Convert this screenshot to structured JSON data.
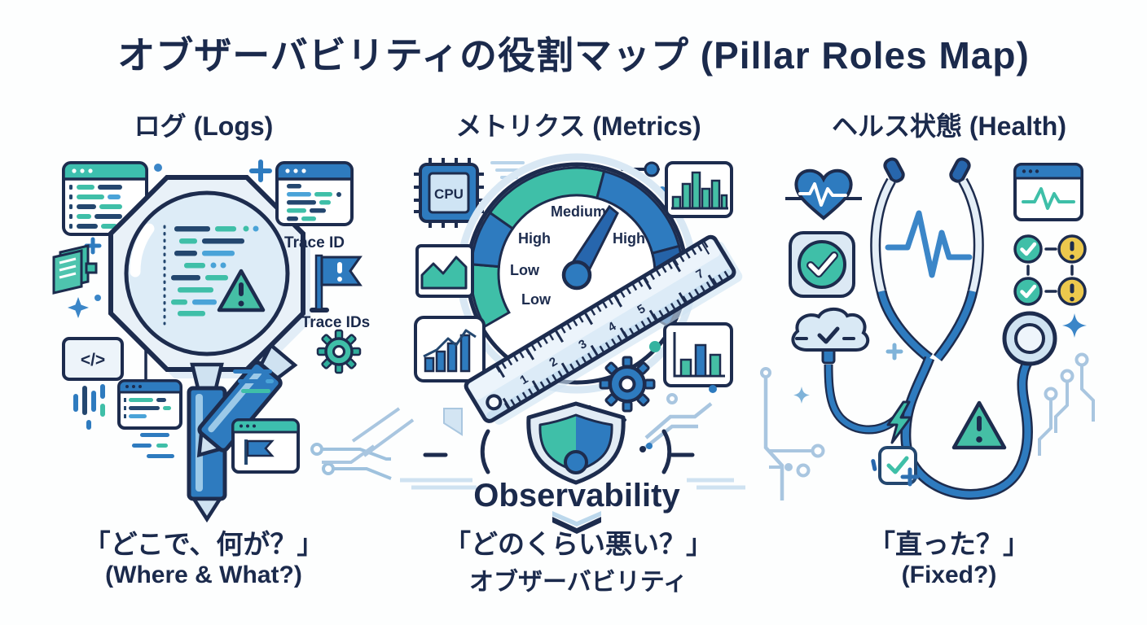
{
  "title": "オブザーバビリティの役割マップ (Pillar Roles Map)",
  "logs": {
    "header": "ログ (Logs)",
    "trace_id": "Trace ID",
    "trace_ids": "Trace IDs",
    "code_glyph": "</>",
    "caption1": "「どこで、何が？」",
    "caption2": "(Where & What?)",
    "icons": [
      "log-window",
      "trace-window",
      "magnifier",
      "warning-triangle",
      "alert-flag",
      "gear",
      "log-book",
      "code-window",
      "small-log-window",
      "flag-window",
      "circuit-trace",
      "sparkle",
      "plus-sign",
      "dot"
    ]
  },
  "metrics": {
    "header": "メトリクス (Metrics)",
    "cpu_label": "CPU",
    "gauge": {
      "medium": "Medium",
      "high_left": "High",
      "high_right": "High",
      "low_upper": "Low",
      "low_lower": "Low"
    },
    "ruler": {
      "n1": "1",
      "n2": "2",
      "n3": "3",
      "n4": "4",
      "n5": "5",
      "n7": "7"
    },
    "caption1": "「どのくらい悪い？」",
    "caption2": "オブザーバビリティ",
    "icons": [
      "cpu-chip",
      "gauge",
      "gauge-needle",
      "ruler",
      "gear",
      "bar-chart",
      "bar-chart-axis",
      "area-chart",
      "combo-chart",
      "slider",
      "dot"
    ]
  },
  "health": {
    "header": "ヘルス状態 (Health)",
    "caption1": "「直った？」",
    "caption2": "(Fixed?)",
    "icons": [
      "heart-pulse",
      "check-badge",
      "cloud-check",
      "stethoscope",
      "ecg-window",
      "status-check-circle",
      "status-alert-circle",
      "lightning-bolt",
      "warning-triangle",
      "checkbox-plus",
      "circuit-trace",
      "sparkle"
    ]
  },
  "center": {
    "label": "Observability",
    "icons": [
      "shield",
      "chevron-down",
      "circuit-trace",
      "sparkle-dot"
    ]
  },
  "colors": {
    "navy": "#1d2c4e",
    "blue": "#2e7bbf",
    "dark_blue": "#2563a8",
    "sky_blue": "#3b86c8",
    "teal": "#3fbfa8",
    "teal_header": "#3dbfae",
    "yellow": "#ecc84d",
    "light_blue": "#d9e9f5",
    "pale_blue": "#edf4fa",
    "circuit": "#a9c6e0",
    "background": "#fdfefe"
  }
}
